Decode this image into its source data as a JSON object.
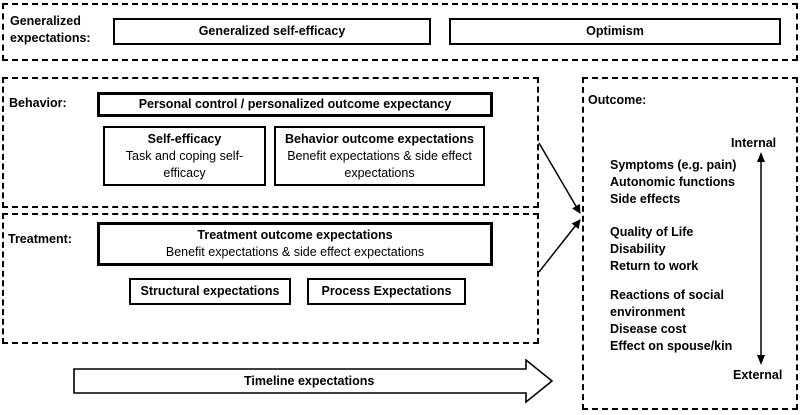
{
  "generalized": {
    "label": "Generalized\nexpectations:",
    "self_efficacy": "Generalized self-efficacy",
    "optimism": "Optimism"
  },
  "behavior": {
    "label": "Behavior:",
    "personal_control": "Personal control / personalized outcome expectancy",
    "self_efficacy_title": "Self-efficacy",
    "self_efficacy_sub": "Task and coping self-\nefficacy",
    "outcome_title": "Behavior outcome expectations",
    "outcome_sub": "Benefit expectations & side effect\nexpectations"
  },
  "treatment": {
    "label": "Treatment:",
    "title": "Treatment outcome expectations",
    "sub": "Benefit expectations & side effect expectations",
    "structural": "Structural expectations",
    "process": "Process Expectations"
  },
  "timeline": {
    "label": "Timeline expectations"
  },
  "outcome": {
    "label": "Outcome:",
    "internal": "Internal",
    "external": "External",
    "group1": [
      "Symptoms (e.g. pain)",
      "Autonomic functions",
      "Side effects"
    ],
    "group2": [
      "Quality of Life",
      "Disability",
      "Return to work"
    ],
    "group3": [
      "Reactions of social",
      "environment",
      "Disease cost",
      "Effect on spouse/kin"
    ]
  }
}
